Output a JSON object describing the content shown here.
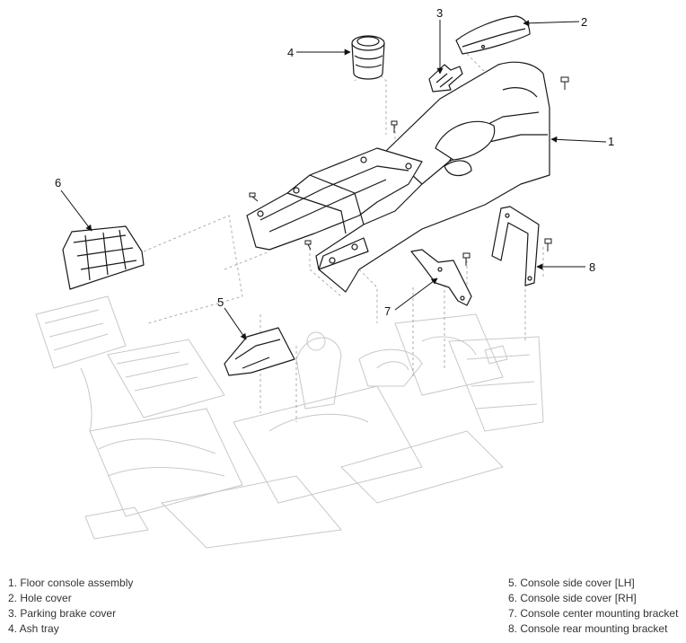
{
  "diagram": {
    "callouts": [
      "1",
      "2",
      "3",
      "4",
      "5",
      "6",
      "7",
      "8"
    ]
  },
  "legend": {
    "left": [
      "1. Floor console assembly",
      "2. Hole cover",
      "3. Parking brake cover",
      "4. Ash tray"
    ],
    "right": [
      "5. Console side cover [LH]",
      "6. Console side cover [RH]",
      "7. Console center mounting bracket",
      "8. Console rear mounting bracket"
    ]
  },
  "colors": {
    "part_stroke": "#1a1a1a",
    "ghost_stroke": "#c8c8c8",
    "dashed_line": "#9a9a9a"
  }
}
